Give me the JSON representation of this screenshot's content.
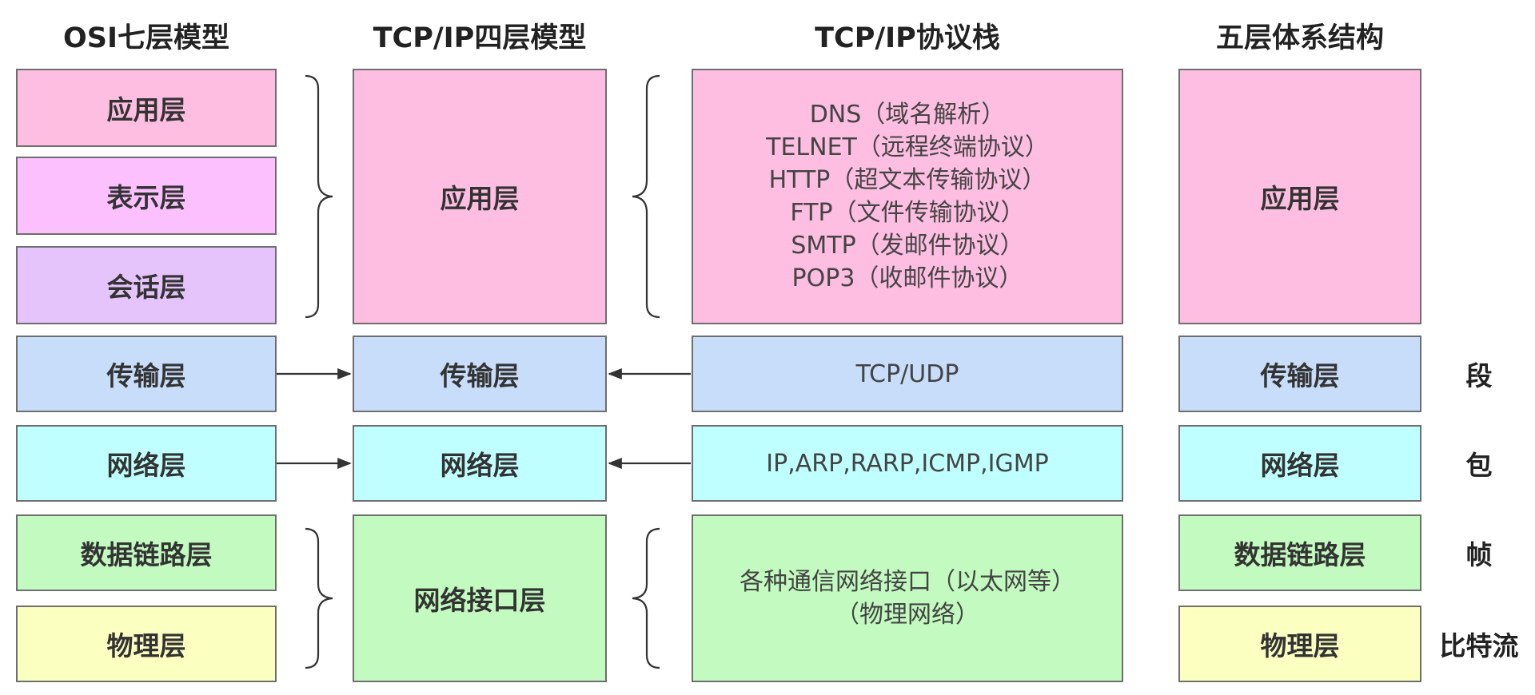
{
  "headers": {
    "osi": "OSI七层模型",
    "tcpip4": "TCP/IP四层模型",
    "stack": "TCP/IP协议栈",
    "five": "五层体系结构"
  },
  "osi_layers": {
    "application": "应用层",
    "presentation": "表示层",
    "session": "会话层",
    "transport": "传输层",
    "network": "网络层",
    "datalink": "数据链路层",
    "physical": "物理层"
  },
  "tcpip4_layers": {
    "application": "应用层",
    "transport": "传输层",
    "network": "网络层",
    "netif": "网络接口层"
  },
  "stack": {
    "application_protocols": [
      "DNS（域名解析）",
      "TELNET（远程终端协议）",
      "HTTP（超文本传输协议）",
      "FTP（文件传输协议）",
      "SMTP（发邮件协议）",
      "POP3（收邮件协议）"
    ],
    "transport": "TCP/UDP",
    "network": "IP,ARP,RARP,ICMP,IGMP",
    "netif_line1": "各种通信网络接口（以太网等）",
    "netif_line2": "（物理网络）"
  },
  "five_layers": {
    "application": "应用层",
    "transport": "传输层",
    "network": "网络层",
    "datalink": "数据链路层",
    "physical": "物理层"
  },
  "units": {
    "transport": "段",
    "network": "包",
    "datalink": "帧",
    "physical": "比特流"
  },
  "colors": {
    "application": "#fdbee2",
    "presentation": "#fdc0ff",
    "session": "#e5c4fc",
    "transport": "#c8ddfa",
    "network": "#c0ffff",
    "datalink": "#c2fac0",
    "physical": "#fbffc0",
    "border": "#6e6e6e",
    "arrow": "#333333"
  }
}
